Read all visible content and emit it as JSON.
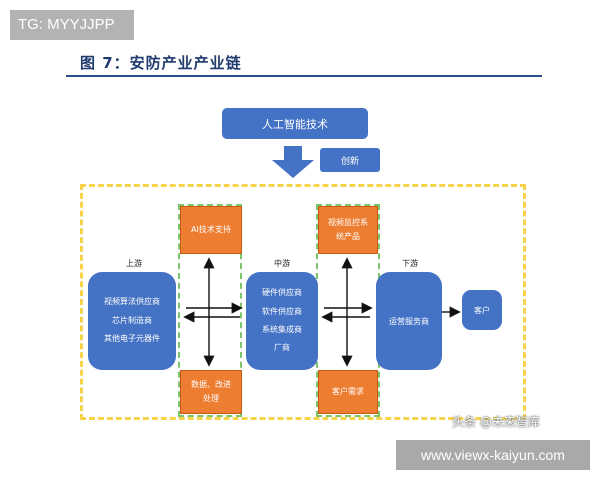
{
  "watermark_top": "TG: MYYJJPP",
  "figure_title": "图 7：安防产业产业链",
  "ai_box": "人工智能技术",
  "innovation": "创新",
  "upstream": {
    "label": "上游",
    "items": [
      "视频算法供应商",
      "芯片制造商",
      "其他电子元器件"
    ]
  },
  "midstream": {
    "label": "中游",
    "items": [
      "硬件供应商",
      "软件供应商",
      "系统集成商",
      "厂商"
    ]
  },
  "downstream": {
    "label": "下游",
    "items": [
      "运营服务商"
    ]
  },
  "customer": "客户",
  "orange_boxes": {
    "ai_support": "AI技术支持",
    "data_process": [
      "数据、改进",
      "处理"
    ],
    "video_product": [
      "视频监控系",
      "统产品"
    ],
    "customer_demand": "客户需求"
  },
  "watermark_source": "头条 @未来智库",
  "watermark_bottom": "www.viewx-kaiyun.com",
  "colors": {
    "blue": "#4472c4",
    "orange": "#ed7d31",
    "dashed_yellow": "#f7d34b",
    "dashed_green": "#7dc56b"
  }
}
